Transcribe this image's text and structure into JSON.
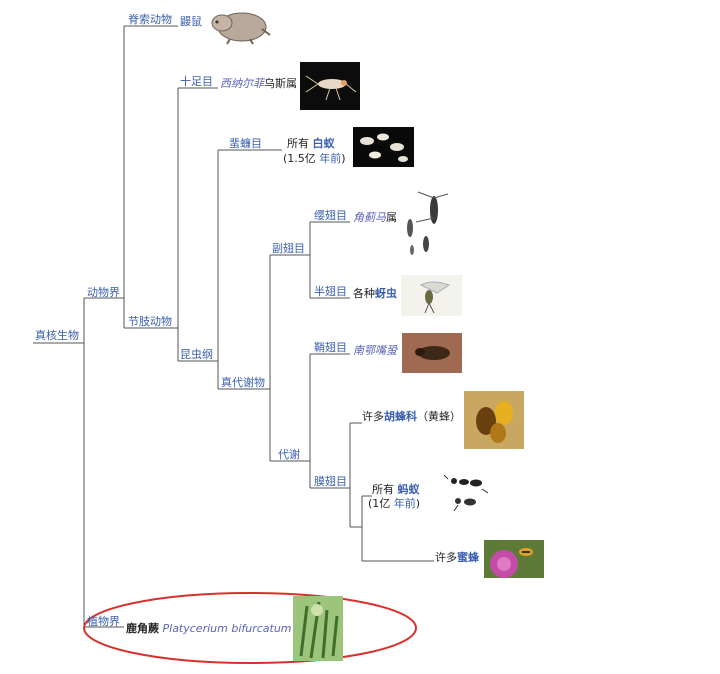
{
  "nodes": {
    "eukaryote": "真核生物",
    "animalia": "动物界",
    "chordata": "脊索动物",
    "arthropoda": "节肢动物",
    "protura": "十足目",
    "insecta": "昆虫纲",
    "blattodea": "蜚蠊目",
    "eumetabola": "真代谢物",
    "paraneoptera": "副翅目",
    "thysanoptera": "缨翅目",
    "hemiptera": "半翅目",
    "holometabola": "代谢",
    "coleoptera": "鞘翅目",
    "hymenoptera": "膜翅目",
    "plantae": "植物界"
  },
  "leaves": {
    "mole_rat": "鼹鼠",
    "protura_genus_italic": "西纳尔菲",
    "protura_genus_rest": "乌斯属",
    "termite_prefix": "所有",
    "termite_link": "白蚁",
    "termite_age_open": "(1.5亿",
    "termite_age_link": "年前",
    "termite_age_close": ")",
    "thrips_italic": "角蓟马",
    "thrips_rest": "属",
    "aphid_prefix": "各种",
    "aphid_link": "蚜虫",
    "beetle_italic": "南鄂嘴蛩",
    "wasp_prefix": "许多",
    "wasp_link": "胡蜂科",
    "wasp_suffix": "（黄蜂）",
    "ant_prefix": "所有",
    "ant_link": "蚂蚁",
    "ant_age_open": "(1亿",
    "ant_age_link": "年前",
    "ant_age_close": ")",
    "bee_prefix": "许多",
    "bee_link": "蜜蜂",
    "fern_name": "鹿角蕨",
    "fern_latin": "Platycerium bifurcatum"
  },
  "colors": {
    "node_label": "#3b5fb0",
    "line": "#555555",
    "highlight_ellipse": "#d8302a"
  }
}
